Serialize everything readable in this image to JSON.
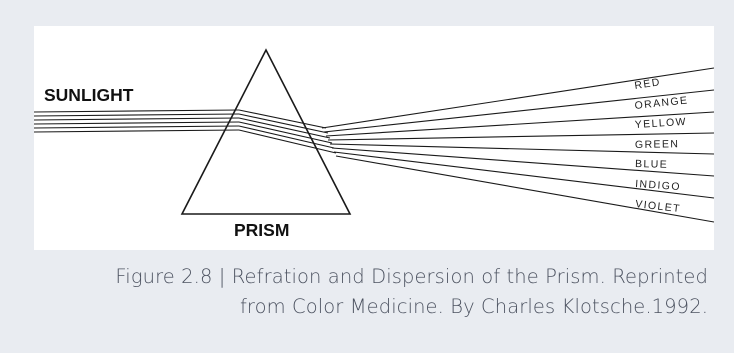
{
  "diagram": {
    "sunlight_label": "SUNLIGHT",
    "prism_label": "PRISM",
    "color_labels": [
      "RED",
      "ORANGE",
      "YELLOW",
      "GREEN",
      "BLUE",
      "INDIGO",
      "VIOLET"
    ],
    "line_color": "#1a1a1a"
  },
  "caption": {
    "line1": "Figure 2.8 | Refration and Dispersion of the Prism. Reprinted",
    "line2": "from Color Medicine. By Charles Klotsche.1992."
  },
  "colors": {
    "page_background": "#e9ecf1",
    "card_background": "#ffffff",
    "caption_text": "#4c5260"
  }
}
